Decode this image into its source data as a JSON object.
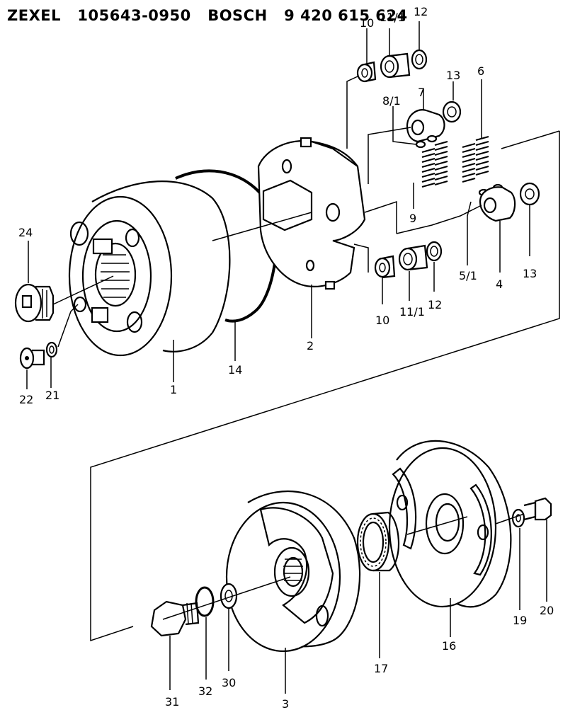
{
  "header": {
    "title": "ZEXEL   105643-0950   BOSCH   9 420 615 624"
  },
  "labels": {
    "p10a": "10",
    "p11_1a": "11/1",
    "p12a": "12",
    "p13a": "13",
    "p6": "6",
    "p8_1": "8/1",
    "p7": "7",
    "p9": "9",
    "p5_1": "5/1",
    "p4": "4",
    "p13b": "13",
    "p10b": "10",
    "p11_1b": "11/1",
    "p12b": "12",
    "p2": "2",
    "p14": "14",
    "p1": "1",
    "p24": "24",
    "p22": "22",
    "p21": "21",
    "p16": "16",
    "p19": "19",
    "p20": "20",
    "p17": "17",
    "p3": "3",
    "p30": "30",
    "p32": "32",
    "p31": "31"
  }
}
